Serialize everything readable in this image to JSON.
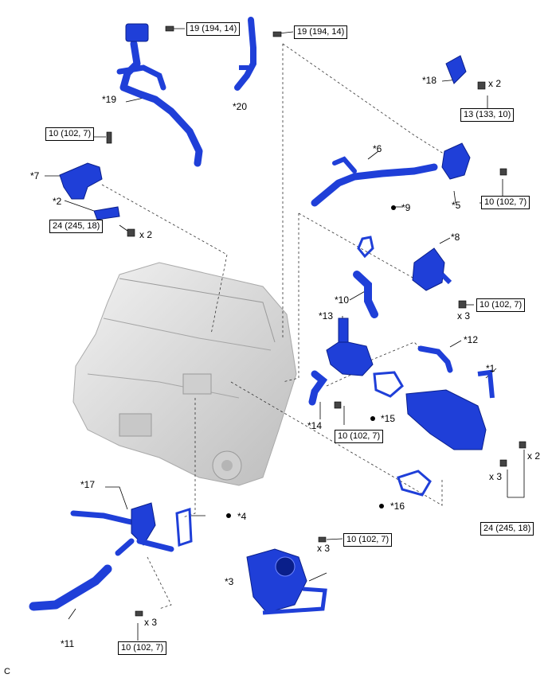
{
  "colors": {
    "part": "#1f3fd8",
    "part_dark": "#0a1f8a",
    "part_light": "#6f86ff",
    "engine": "#d9d9d9",
    "line": "#333333"
  },
  "torques": {
    "t20a": "19 (194, 14)",
    "t20b": "19 (194, 14)",
    "t18": "13 (133, 10)",
    "t7": "10 (102, 7)",
    "t5": "10 (102, 7)",
    "t2": "24 (245, 18)",
    "t8": "10 (102, 7)",
    "t13": "10 (102, 7)",
    "t1": "24 (245, 18)",
    "t3": "10 (102, 7)",
    "t11": "10 (102, 7)"
  },
  "parts": {
    "p1": "*1",
    "p2": "*2",
    "p3": "*3",
    "p4": "*4",
    "p5": "*5",
    "p6": "*6",
    "p7": "*7",
    "p8": "*8",
    "p9": "*9",
    "p10": "*10",
    "p11": "*11",
    "p12": "*12",
    "p13": "*13",
    "p14": "*14",
    "p15": "*15",
    "p16": "*16",
    "p17": "*17",
    "p18": "*18",
    "p19": "*19",
    "p20": "*20"
  },
  "quantities": {
    "x2": "x 2",
    "x3": "x 3"
  },
  "corner_code": "C"
}
